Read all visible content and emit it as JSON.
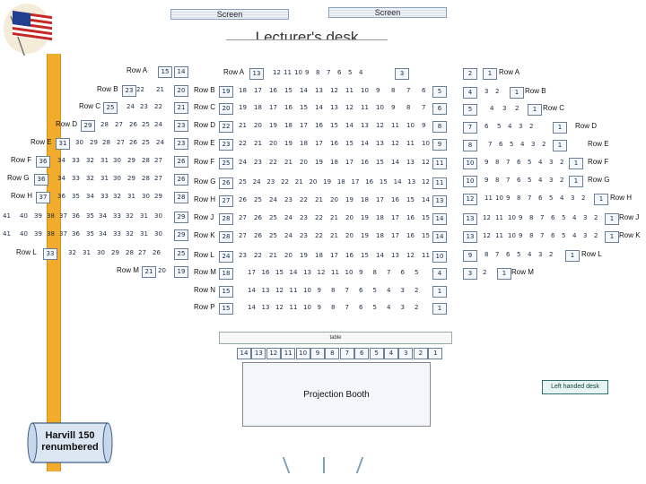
{
  "header": {
    "screen_left": "Screen",
    "screen_right": "Screen",
    "lectern": "Lecturer's desk"
  },
  "rows_left": [
    {
      "row": "Row A",
      "seats": [
        "15",
        "14"
      ]
    },
    {
      "row": "Row B",
      "seats": [
        "23",
        "22",
        "21",
        "20"
      ]
    },
    {
      "row": "Row C",
      "seats": [
        "25",
        "24",
        "23",
        "22",
        "21"
      ]
    },
    {
      "row": "Row D",
      "seats": [
        "29",
        "28",
        "27",
        "26",
        "25",
        "24",
        "23"
      ]
    },
    {
      "row": "Row E",
      "seats": [
        "31",
        "30",
        "29",
        "28",
        "27",
        "26",
        "25",
        "24",
        "23"
      ]
    },
    {
      "row": "Row F",
      "seats": [
        "36",
        "34",
        "33",
        "32",
        "31",
        "30",
        "29",
        "28",
        "27",
        "26"
      ]
    },
    {
      "row": "Row G",
      "seats": [
        "36",
        "34",
        "33",
        "32",
        "31",
        "30",
        "29",
        "28",
        "27",
        "26"
      ]
    },
    {
      "row": "Row H",
      "seats": [
        "37",
        "36",
        "35",
        "34",
        "33",
        "32",
        "31",
        "30",
        "29",
        "28"
      ]
    },
    {
      "row": "Row J",
      "seats": [
        "41",
        "40",
        "39",
        "38",
        "37",
        "36",
        "35",
        "34",
        "33",
        "32",
        "31",
        "30",
        "29"
      ]
    },
    {
      "row": "Row K",
      "seats": [
        "41",
        "40",
        "39",
        "38",
        "37",
        "36",
        "35",
        "34",
        "33",
        "32",
        "31",
        "30",
        "29"
      ]
    },
    {
      "row": "Row L",
      "seats": [
        "33",
        "32",
        "31",
        "30",
        "29",
        "28",
        "27",
        "26",
        "25"
      ]
    },
    {
      "row": "Row M",
      "seats": [
        "21",
        "20",
        "19"
      ]
    }
  ],
  "rows_center": [
    {
      "row": "Row A",
      "seats": [
        "13",
        "12",
        "11",
        "10",
        "9",
        "8",
        "7",
        "6",
        "5",
        "4",
        "3"
      ]
    },
    {
      "row": "Row B",
      "seats": [
        "19",
        "18",
        "17",
        "16",
        "15",
        "14",
        "13",
        "12",
        "11",
        "10",
        "9",
        "8",
        "7",
        "6",
        "5"
      ]
    },
    {
      "row": "Row C",
      "seats": [
        "20",
        "19",
        "18",
        "17",
        "16",
        "15",
        "14",
        "13",
        "12",
        "11",
        "10",
        "9",
        "8",
        "7",
        "6"
      ]
    },
    {
      "row": "Row D",
      "seats": [
        "22",
        "21",
        "20",
        "19",
        "18",
        "17",
        "16",
        "15",
        "14",
        "13",
        "12",
        "11",
        "10",
        "9",
        "8"
      ]
    },
    {
      "row": "Row E",
      "seats": [
        "23",
        "22",
        "21",
        "20",
        "19",
        "18",
        "17",
        "16",
        "15",
        "14",
        "13",
        "12",
        "11",
        "10",
        "9"
      ]
    },
    {
      "row": "Row F",
      "seats": [
        "25",
        "24",
        "23",
        "22",
        "21",
        "20",
        "19",
        "18",
        "17",
        "16",
        "15",
        "14",
        "13",
        "12",
        "11"
      ]
    },
    {
      "row": "Row G",
      "seats": [
        "26",
        "25",
        "24",
        "23",
        "22",
        "21",
        "20",
        "19",
        "18",
        "17",
        "16",
        "15",
        "14",
        "13",
        "12",
        "11"
      ]
    },
    {
      "row": "Row H",
      "seats": [
        "27",
        "26",
        "25",
        "24",
        "23",
        "22",
        "21",
        "20",
        "19",
        "18",
        "17",
        "16",
        "15",
        "14",
        "13"
      ]
    },
    {
      "row": "Row J",
      "seats": [
        "28",
        "27",
        "26",
        "25",
        "24",
        "23",
        "22",
        "21",
        "20",
        "19",
        "18",
        "17",
        "16",
        "15",
        "14"
      ]
    },
    {
      "row": "Row K",
      "seats": [
        "28",
        "27",
        "26",
        "25",
        "24",
        "23",
        "22",
        "21",
        "20",
        "19",
        "18",
        "17",
        "16",
        "15",
        "14"
      ]
    },
    {
      "row": "Row L",
      "seats": [
        "24",
        "23",
        "22",
        "21",
        "20",
        "19",
        "18",
        "17",
        "16",
        "15",
        "14",
        "13",
        "12",
        "11",
        "10"
      ]
    },
    {
      "row": "Row M",
      "seats": [
        "18",
        "17",
        "16",
        "15",
        "14",
        "13",
        "12",
        "11",
        "10",
        "9",
        "8",
        "7",
        "6",
        "5",
        "4"
      ]
    },
    {
      "row": "Row N",
      "seats": [
        "15",
        "14",
        "13",
        "12",
        "11",
        "10",
        "9",
        "8",
        "7",
        "6",
        "5",
        "4",
        "3",
        "2",
        "1"
      ]
    },
    {
      "row": "Row P",
      "seats": [
        "15",
        "14",
        "13",
        "12",
        "11",
        "10",
        "9",
        "8",
        "7",
        "6",
        "5",
        "4",
        "3",
        "2",
        "1"
      ]
    }
  ],
  "rows_right": [
    {
      "row": "Row A",
      "seats": [
        "2",
        "1"
      ]
    },
    {
      "row": "Row B",
      "seats": [
        "4",
        "3",
        "2",
        "1"
      ]
    },
    {
      "row": "Row C",
      "seats": [
        "5",
        "4",
        "3",
        "2",
        "1"
      ]
    },
    {
      "row": "Row D",
      "seats": [
        "7",
        "6",
        "5",
        "4",
        "3",
        "2",
        "1"
      ]
    },
    {
      "row": "Row E",
      "seats": [
        "8",
        "7",
        "6",
        "5",
        "4",
        "3",
        "2",
        "1"
      ]
    },
    {
      "row": "Row F",
      "seats": [
        "10",
        "9",
        "8",
        "7",
        "6",
        "5",
        "4",
        "3",
        "2",
        "1"
      ]
    },
    {
      "row": "Row G",
      "seats": [
        "10",
        "9",
        "8",
        "7",
        "6",
        "5",
        "4",
        "3",
        "2",
        "1"
      ]
    },
    {
      "row": "Row H",
      "seats": [
        "12",
        "11",
        "10",
        "9",
        "8",
        "7",
        "6",
        "5",
        "4",
        "3",
        "2",
        "1"
      ]
    },
    {
      "row": "Row J",
      "seats": [
        "13",
        "12",
        "11",
        "10",
        "9",
        "8",
        "7",
        "6",
        "5",
        "4",
        "3",
        "2",
        "1"
      ]
    },
    {
      "row": "Row K",
      "seats": [
        "13",
        "12",
        "11",
        "10",
        "9",
        "8",
        "7",
        "6",
        "5",
        "4",
        "3",
        "2",
        "1"
      ]
    },
    {
      "row": "Row L",
      "seats": [
        "9",
        "8",
        "7",
        "6",
        "5",
        "4",
        "3",
        "2",
        "1"
      ]
    },
    {
      "row": "Row M",
      "seats": [
        "3",
        "2",
        "1"
      ]
    }
  ],
  "table": {
    "label": "table",
    "seats": [
      "14",
      "13",
      "12",
      "11",
      "10",
      "9",
      "8",
      "7",
      "6",
      "5",
      "4",
      "3",
      "2",
      "1"
    ]
  },
  "booth": {
    "label": "Projection Booth"
  },
  "scroll": {
    "line1": "Harvill 150",
    "line2": "renumbered"
  },
  "left_handed": {
    "label": "Left handed desk"
  },
  "colors": {
    "orange_stripe": "#f0ac2a",
    "seat_border": "#6a7f96",
    "flag_red": "#c62828",
    "flag_blue": "#1f3f8f"
  }
}
